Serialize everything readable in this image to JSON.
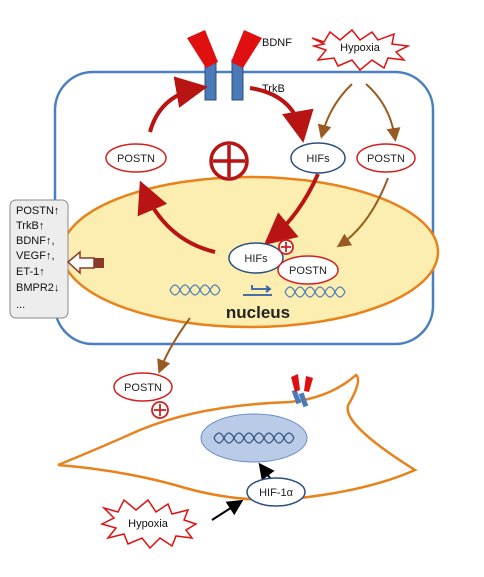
{
  "receptor": {
    "ligand_label": "BDNF",
    "receptor_label": "TrkB"
  },
  "stimulus": {
    "top_label": "Hypoxia",
    "bottom_label": "Hypoxia"
  },
  "cell": {
    "left_postn": "POSTN",
    "hifs": "HIFs",
    "right_postn": "POSTN",
    "nucleus_hifs": "HIFs",
    "nucleus_postn": "POSTN",
    "nucleus_label": "nucleus",
    "plus_symbol": "⊕"
  },
  "side_box": {
    "lines": [
      "POSTN↑",
      "TrkB↑",
      "BDNF↑,",
      "VEGF↑,",
      "ET-1↑",
      "BMPR2↓",
      "..."
    ]
  },
  "fibroblast": {
    "secreted_postn": "POSTN",
    "hif_label": "HIF-1α"
  },
  "colors": {
    "cell_border": "#4a7fc1",
    "nucleus_fill": "#fbeeb0",
    "nucleus_border": "#e8821c",
    "dark_red_arrow": "#b81414",
    "brown_arrow": "#9a5b22",
    "ligand_red": "#e01010",
    "receptor_blue": "#4a7ab8"
  }
}
